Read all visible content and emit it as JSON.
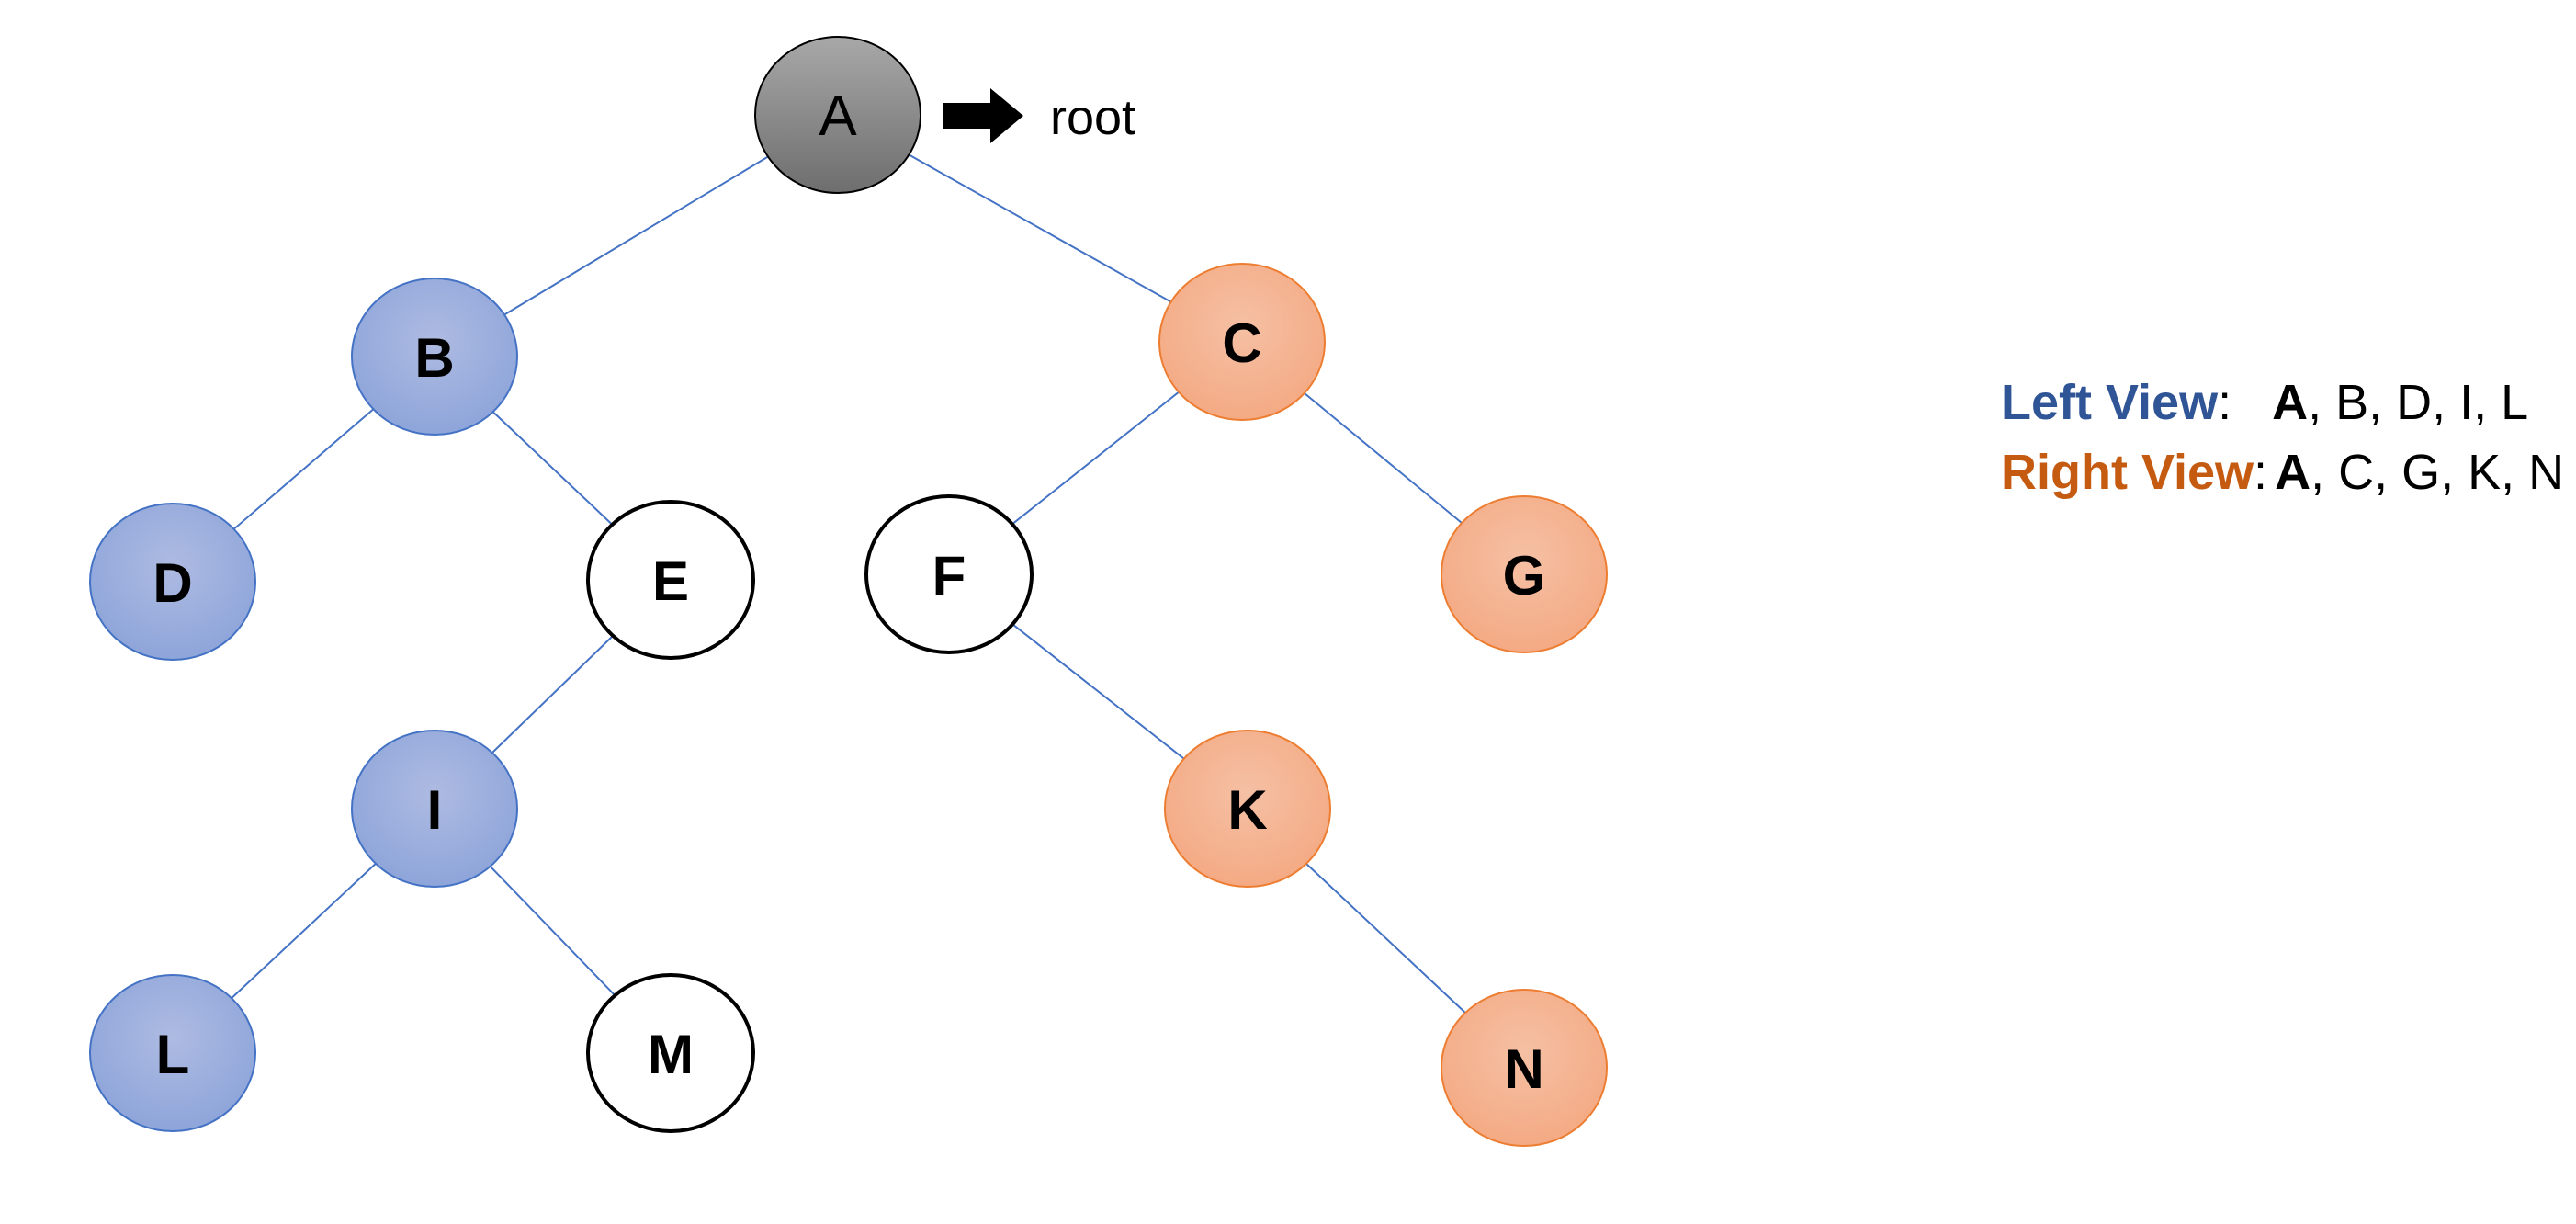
{
  "tree": {
    "root_pointer_label": "root",
    "edge_color": "#4472c4",
    "nodes": [
      {
        "id": "A",
        "label": "A",
        "style": "root"
      },
      {
        "id": "B",
        "label": "B",
        "style": "left"
      },
      {
        "id": "C",
        "label": "C",
        "style": "right"
      },
      {
        "id": "D",
        "label": "D",
        "style": "left"
      },
      {
        "id": "E",
        "label": "E",
        "style": "plain"
      },
      {
        "id": "F",
        "label": "F",
        "style": "plain"
      },
      {
        "id": "G",
        "label": "G",
        "style": "right"
      },
      {
        "id": "I",
        "label": "I",
        "style": "left"
      },
      {
        "id": "K",
        "label": "K",
        "style": "right"
      },
      {
        "id": "L",
        "label": "L",
        "style": "left"
      },
      {
        "id": "M",
        "label": "M",
        "style": "plain"
      },
      {
        "id": "N",
        "label": "N",
        "style": "right"
      }
    ],
    "edges": [
      [
        "A",
        "B"
      ],
      [
        "A",
        "C"
      ],
      [
        "B",
        "D"
      ],
      [
        "B",
        "E"
      ],
      [
        "C",
        "F"
      ],
      [
        "C",
        "G"
      ],
      [
        "E",
        "I"
      ],
      [
        "F",
        "K"
      ],
      [
        "I",
        "L"
      ],
      [
        "I",
        "M"
      ],
      [
        "K",
        "N"
      ]
    ]
  },
  "legend": {
    "left_view": {
      "title": "Left View",
      "separator": ":",
      "first": "A",
      "rest": ", B, D, I, L",
      "color": "#2f5597"
    },
    "right_view": {
      "title": "Right View",
      "separator": ":",
      "first": "A",
      "rest": ", C, G, K, N",
      "color": "#c55a11"
    }
  },
  "colors": {
    "left_view_node_fill_light": "#aebbe2",
    "left_view_node_fill_dark": "#8ea5da",
    "left_view_node_stroke": "#4472c4",
    "right_view_node_fill_light": "#f5c0a4",
    "right_view_node_fill_dark": "#f4aa84",
    "right_view_node_stroke": "#ed7d31",
    "root_fill_light": "#a8a8a8",
    "root_fill_dark": "#6e6e6e",
    "plain_node_fill": "#ffffff",
    "plain_node_stroke": "#000000"
  }
}
